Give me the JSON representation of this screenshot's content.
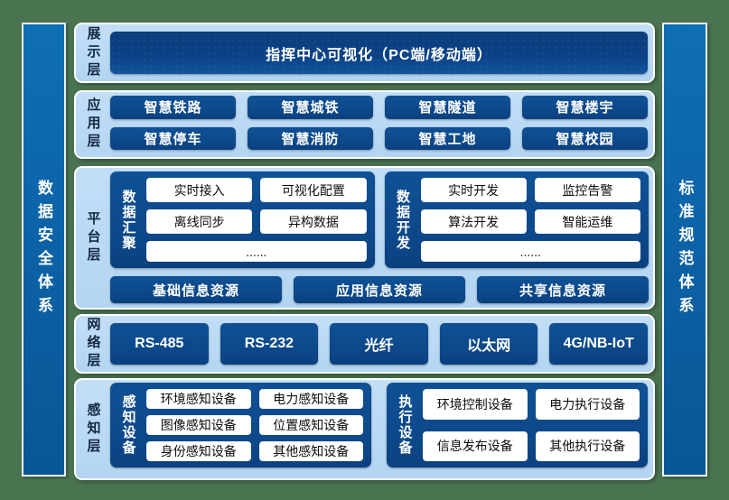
{
  "pillars": {
    "left": {
      "label": "数据安全体系"
    },
    "right": {
      "label": "标准规范体系"
    }
  },
  "layers": {
    "presentation": {
      "label": "展示层",
      "box": "指挥中心可视化（PC端/移动端）"
    },
    "application": {
      "label": "应用层",
      "boxes": [
        "智慧铁路",
        "智慧城铁",
        "智慧隧道",
        "智慧楼宇",
        "智慧停车",
        "智慧消防",
        "智慧工地",
        "智慧校园"
      ]
    },
    "platform": {
      "label": "平台层",
      "groups": [
        {
          "label": "数据汇聚",
          "items": [
            "实时接入",
            "可视化配置",
            "离线同步",
            "异构数据",
            "......"
          ]
        },
        {
          "label": "数据开发",
          "items": [
            "实时开发",
            "监控告警",
            "算法开发",
            "智能运维",
            "......"
          ]
        }
      ],
      "resources": [
        "基础信息资源",
        "应用信息资源",
        "共享信息资源"
      ]
    },
    "network": {
      "label": "网络层",
      "boxes": [
        "RS-485",
        "RS-232",
        "光纤",
        "以太网",
        "4G/NB-IoT"
      ]
    },
    "perception": {
      "label": "感知层",
      "groups": [
        {
          "label": "感知设备",
          "items": [
            "环境感知设备",
            "电力感知设备",
            "图像感知设备",
            "位置感知设备",
            "身份感知设备",
            "其他感知设备"
          ]
        },
        {
          "label": "执行设备",
          "items": [
            "环境控制设备",
            "电力执行设备",
            "信息发布设备",
            "其他执行设备"
          ]
        }
      ]
    }
  },
  "colors": {
    "background_green": "#4a7350",
    "panel_light_blue": "#b5d7f2",
    "box_navy": "#0c4788",
    "title_navy": "#0a3d7d",
    "pillar_blue": "#0c63a8",
    "white_item": "#ffffff"
  }
}
